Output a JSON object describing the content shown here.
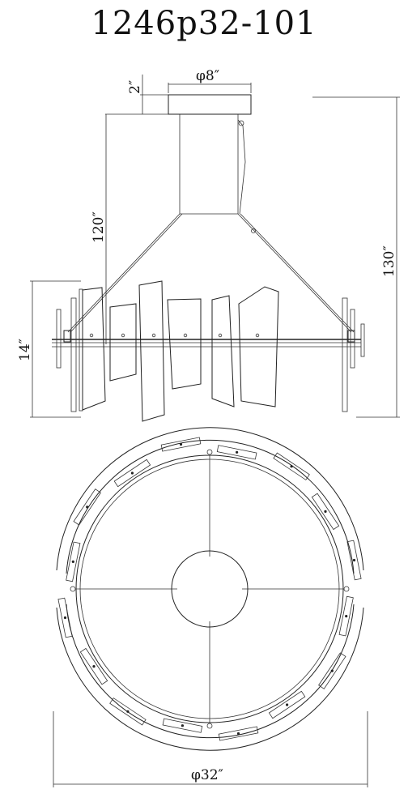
{
  "title": "1246p32-101",
  "dimensions": {
    "canopy_height": "2″",
    "canopy_diameter": "φ8″",
    "max_drop": "120″",
    "overall_height": "130″",
    "fixture_height": "14″",
    "fixture_diameter": "φ32″"
  },
  "views": [
    "side-elevation",
    "top-plan"
  ]
}
